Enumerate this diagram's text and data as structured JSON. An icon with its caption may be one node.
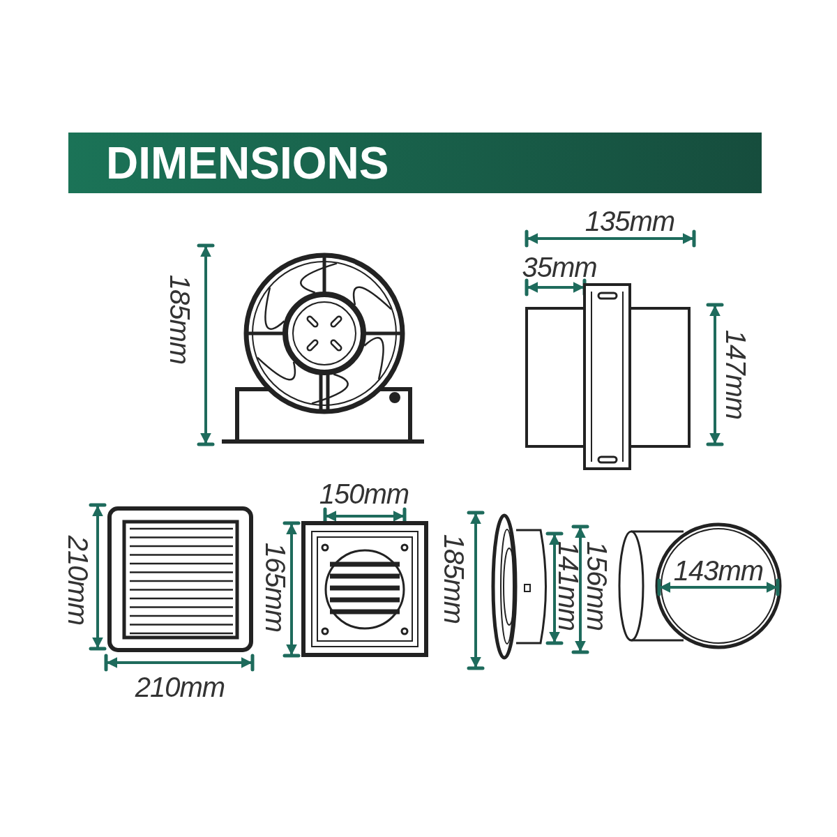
{
  "diagram": {
    "title": "DIMENSIONS",
    "labels": [
      "135mm",
      "35mm",
      "185mm",
      "147mm",
      "150mm",
      "210mm",
      "165mm",
      "185mm",
      "141mm",
      "156mm",
      "143mm",
      "210mm"
    ]
  }
}
